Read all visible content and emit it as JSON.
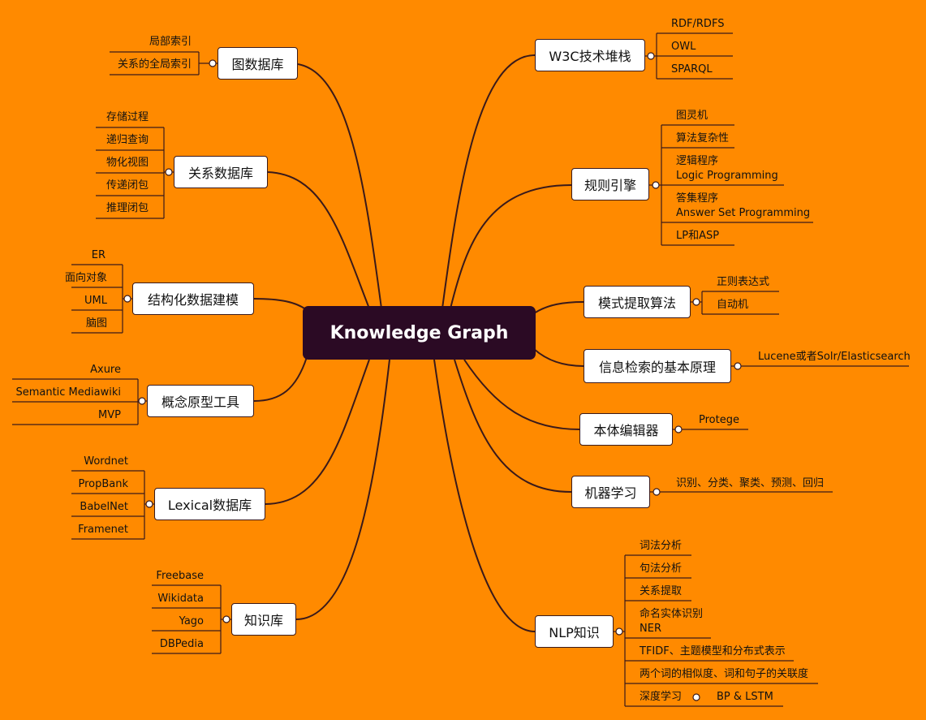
{
  "center": "Knowledge Graph",
  "left": [
    {
      "label": "图数据库",
      "leaves": [
        "局部索引",
        "关系的全局索引"
      ]
    },
    {
      "label": "关系数据库",
      "leaves": [
        "存储过程",
        "递归查询",
        "物化视图",
        "传递闭包",
        "推理闭包"
      ]
    },
    {
      "label": "结构化数据建模",
      "leaves": [
        "ER",
        "面向对象",
        "UML",
        "脑图"
      ]
    },
    {
      "label": "概念原型工具",
      "leaves": [
        "Axure",
        "Semantic Mediawiki",
        "MVP"
      ]
    },
    {
      "label": "Lexical数据库",
      "leaves": [
        "Wordnet",
        "PropBank",
        "BabelNet",
        "Framenet"
      ]
    },
    {
      "label": "知识库",
      "leaves": [
        "Freebase",
        "Wikidata",
        "Yago",
        "DBPedia"
      ]
    }
  ],
  "right": [
    {
      "label": "W3C技术堆栈",
      "leaves": [
        "RDF/RDFS",
        "OWL",
        "SPARQL"
      ]
    },
    {
      "label": "规则引擎",
      "leaves": [
        "图灵机",
        "算法复杂性",
        "逻辑程序",
        "Logic Programming",
        "答集程序",
        "Answer Set Programming",
        "LP和ASP"
      ]
    },
    {
      "label": "模式提取算法",
      "leaves": [
        "正则表达式",
        "自动机"
      ]
    },
    {
      "label": "信息检索的基本原理",
      "leaves": [
        "Lucene或者Solr/Elasticsearch"
      ]
    },
    {
      "label": "本体编辑器",
      "leaves": [
        "Protege"
      ]
    },
    {
      "label": "机器学习",
      "leaves": [
        "识别、分类、聚类、预测、回归"
      ]
    },
    {
      "label": "NLP知识",
      "leaves": [
        "词法分析",
        "句法分析",
        "关系提取",
        "命名实体识别",
        "NER",
        "TFIDF、主题模型和分布式表示",
        "两个词的相似度、词和句子的关联度",
        "深度学习",
        "BP & LSTM"
      ]
    }
  ],
  "colors": {
    "background": "#FF8A00",
    "center_fill": "#2B0A24",
    "line": "#3a1a1a"
  }
}
